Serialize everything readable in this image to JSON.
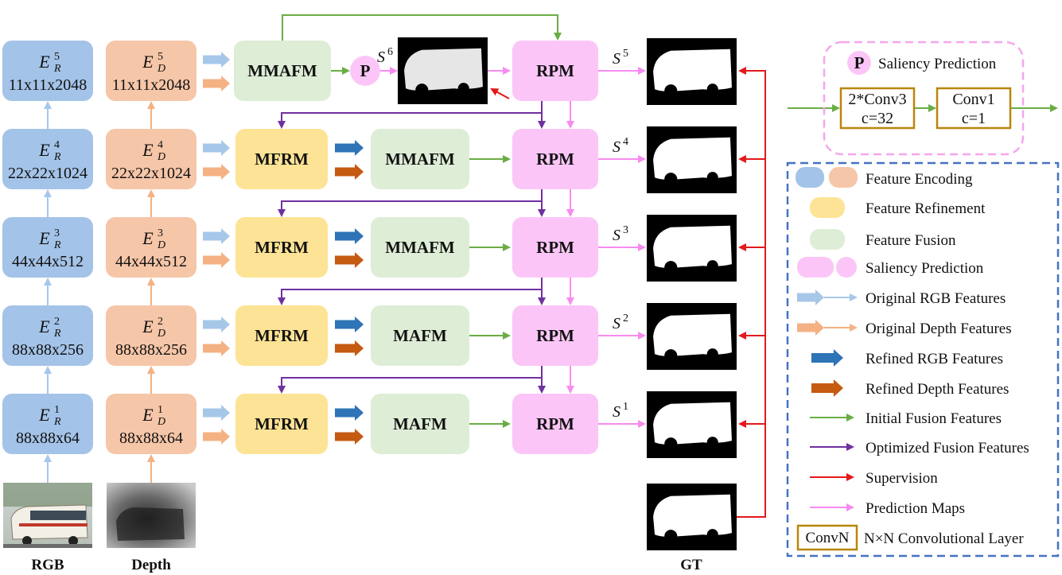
{
  "encoders_rgb": [
    {
      "letter": "E",
      "sub": "R",
      "sup": "5",
      "dims": "11x11x2048"
    },
    {
      "letter": "E",
      "sub": "R",
      "sup": "4",
      "dims": "22x22x1024"
    },
    {
      "letter": "E",
      "sub": "R",
      "sup": "3",
      "dims": "44x44x512"
    },
    {
      "letter": "E",
      "sub": "R",
      "sup": "2",
      "dims": "88x88x256"
    },
    {
      "letter": "E",
      "sub": "R",
      "sup": "1",
      "dims": "88x88x64"
    }
  ],
  "encoders_depth": [
    {
      "letter": "E",
      "sub": "D",
      "sup": "5",
      "dims": "11x11x2048"
    },
    {
      "letter": "E",
      "sub": "D",
      "sup": "4",
      "dims": "22x22x1024"
    },
    {
      "letter": "E",
      "sub": "D",
      "sup": "3",
      "dims": "44x44x512"
    },
    {
      "letter": "E",
      "sub": "D",
      "sup": "2",
      "dims": "88x88x256"
    },
    {
      "letter": "E",
      "sub": "D",
      "sup": "1",
      "dims": "88x88x64"
    }
  ],
  "refine_label": "MFRM",
  "fusion_labels": [
    "MMAFM",
    "MMAFM",
    "MMAFM",
    "MAFM",
    "MAFM"
  ],
  "rpm_label": "RPM",
  "p_label": "P",
  "s_labels": [
    {
      "letter": "S",
      "sup": "6"
    },
    {
      "letter": "S",
      "sup": "5"
    },
    {
      "letter": "S",
      "sup": "4"
    },
    {
      "letter": "S",
      "sup": "3"
    },
    {
      "letter": "S",
      "sup": "2"
    },
    {
      "letter": "S",
      "sup": "1"
    }
  ],
  "captions": {
    "rgb": "RGB",
    "depth": "Depth",
    "gt": "GT"
  },
  "prediction_head": {
    "p_label": "P",
    "title": "Saliency Prediction",
    "block1_line1": "2*Conv3",
    "block1_line2": "c=32",
    "block2_line1": "Conv1",
    "block2_line2": "c=1"
  },
  "legend": [
    "Feature Encoding",
    "Feature Refinement",
    "Feature Fusion",
    "Saliency Prediction",
    "Original RGB Features",
    "Original Depth Features",
    "Refined RGB Features",
    "Refined Depth Features",
    "Initial Fusion Features",
    "Optimized Fusion Features",
    "Supervision",
    "Prediction Maps",
    "N×N Convolutional Layer"
  ],
  "legend_conv_box": "ConvN",
  "colors": {
    "rgb_box": "#a4c3e8",
    "depth_box": "#f6c6a8",
    "refine_box": "#fde395",
    "fusion_box": "#deedd6",
    "rpm_box": "#fbc6f7",
    "rgb_arrow_light": "#a7c7e9",
    "depth_arrow_light": "#f4b184",
    "rgb_arrow_dark": "#2e74b6",
    "depth_arrow_dark": "#c55a11",
    "green": "#6aad45",
    "purple": "#7030a0",
    "red": "#e3191b",
    "pink": "#f78bf0",
    "legend_border": "#4472c4",
    "conv_border": "#b8860b"
  }
}
